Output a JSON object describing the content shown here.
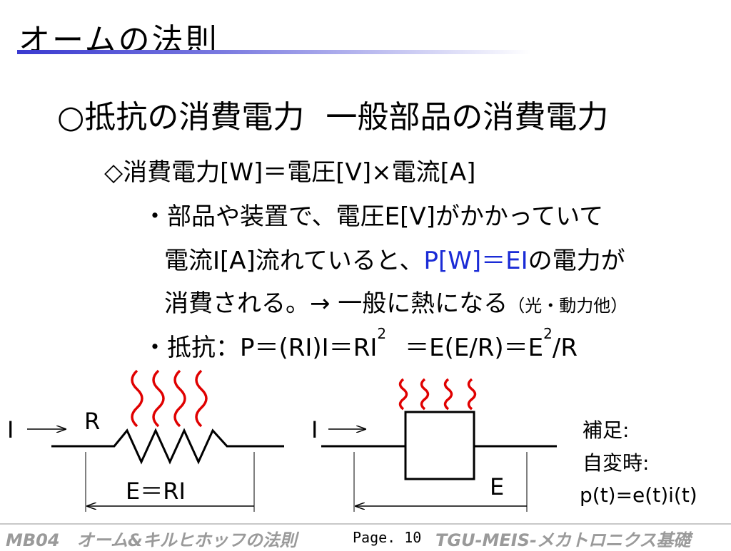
{
  "slide": {
    "title": "オームの法則",
    "heading_left": "○抵抗の消費電力",
    "heading_right": "一般部品の消費電力",
    "formula": "◇消費電力[W]＝電圧[V]×電流[A]",
    "bullet1_line1": "・部品や装置で、電圧E[V]がかかっていて",
    "bullet1_line2_a": "電流I[A]流れていると、",
    "bullet1_line2_b": "P[W]＝EI",
    "bullet1_line2_c": "の電力が",
    "bullet1_line3_a": "消費される。→ 一般に熱になる",
    "bullet1_line3_b": "（光・動力他）",
    "bullet2_a": "・抵抗：P＝(RI)I＝RI",
    "bullet2_b": "2",
    "bullet2_c": "＝E(E/R)＝E",
    "bullet2_d": "2",
    "bullet2_e": "/R"
  },
  "diagram": {
    "left_current": "I",
    "left_resistor": "R",
    "left_voltage": "E＝RI",
    "right_current": "I",
    "right_voltage": "E",
    "note_line1": "補足:",
    "note_line2": "自変時:",
    "note_line3": "p(t)=e(t)i(t)"
  },
  "footer": {
    "left": "MB04　オーム&キルヒホッフの法則",
    "page": "Page. 10",
    "right": "TGU-MEIS-メカトロニクス基礎"
  },
  "colors": {
    "accent_blue": "#1a2bd6",
    "heat_red": "#e00000",
    "footer_gray": "#9a9a9a"
  }
}
